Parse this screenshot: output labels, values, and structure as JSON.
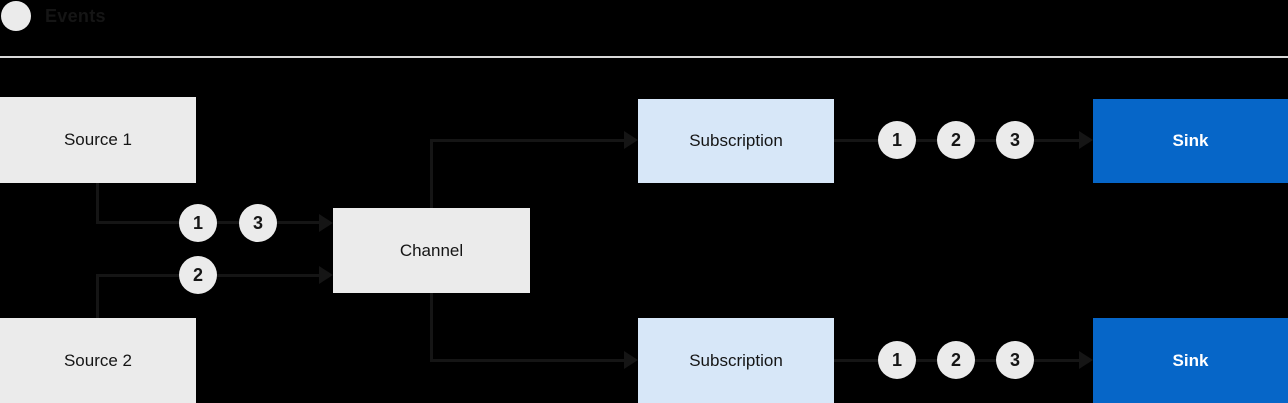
{
  "colors": {
    "background": "#000000",
    "box-gray": "#ebebeb",
    "box-light-blue": "#d7e7f8",
    "box-blue": "#0666c8",
    "connector": "#151515",
    "divider": "#d9d9d9",
    "text-dark": "#151515",
    "text-light": "#ffffff"
  },
  "legend": {
    "label": "Events"
  },
  "nodes": {
    "source1": "Source 1",
    "source2": "Source 2",
    "channel": "Channel",
    "subscription1": "Subscription",
    "subscription2": "Subscription",
    "sink1": "Sink",
    "sink2": "Sink"
  },
  "markers": {
    "source1_to_channel": [
      "1",
      "3"
    ],
    "source2_to_channel": [
      "2"
    ],
    "subscription1_to_sink1": [
      "1",
      "2",
      "3"
    ],
    "subscription2_to_sink2": [
      "1",
      "2",
      "3"
    ]
  }
}
